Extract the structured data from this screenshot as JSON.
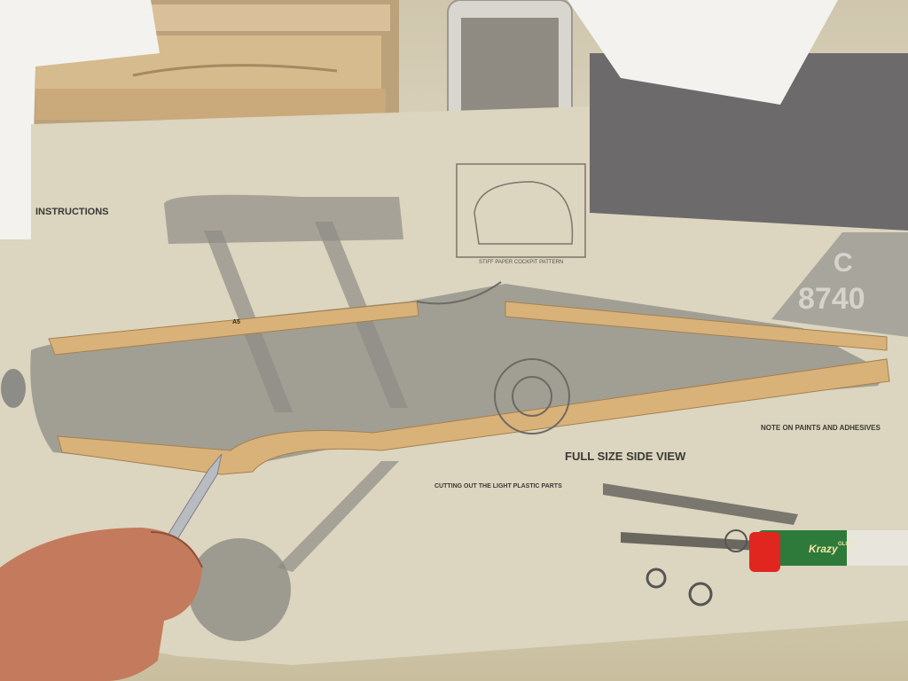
{
  "plan": {
    "instructions_heading": "INSTRUCTIONS",
    "full_size_side_view": "FULL SIZE SIDE VIEW",
    "note_paints": "NOTE ON PAINTS AND ADHESIVES",
    "cutting_out": "CUTTING OUT THE LIGHT PLASTIC PARTS",
    "cockpit_pattern": "STIFF PAPER COCKPIT PATTERN",
    "serial": "8740",
    "tail_letter": "C",
    "part_label": "A5"
  },
  "glue": {
    "brand": "Krazy",
    "type": "GLUE"
  },
  "colors": {
    "balsa": "#d9b27a",
    "plan_paper": "#dcd5bf",
    "glue_cap": "#e0261f",
    "glue_body": "#2e7a3a"
  }
}
